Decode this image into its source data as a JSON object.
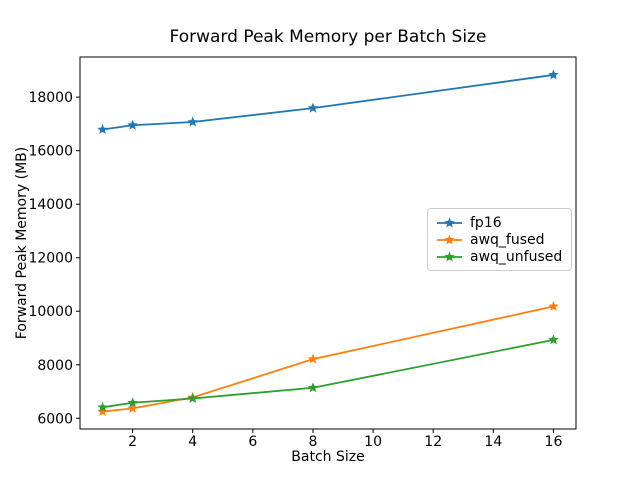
{
  "chart_data": {
    "type": "line",
    "title": "Forward Peak Memory per Batch Size",
    "xlabel": "Batch Size",
    "ylabel": "Forward Peak Memory (MB)",
    "x": [
      1,
      2,
      4,
      8,
      16
    ],
    "series": [
      {
        "name": "fp16",
        "color": "#1f77b4",
        "values": [
          16790,
          16950,
          17070,
          17590,
          18830
        ]
      },
      {
        "name": "awq_fused",
        "color": "#ff7f0e",
        "values": [
          6250,
          6370,
          6780,
          8210,
          10180
        ]
      },
      {
        "name": "awq_unfused",
        "color": "#2ca02c",
        "values": [
          6410,
          6580,
          6740,
          7140,
          8930
        ]
      }
    ],
    "marker": "star",
    "xticks": [
      2,
      4,
      6,
      8,
      10,
      12,
      14,
      16
    ],
    "yticks": [
      6000,
      8000,
      10000,
      12000,
      14000,
      16000,
      18000
    ],
    "xlim": [
      0.25,
      16.75
    ],
    "ylim": [
      5600,
      19500
    ],
    "grid": false,
    "legend_position": "center-right",
    "frame_color": "#000000",
    "background_color": "#ffffff"
  }
}
